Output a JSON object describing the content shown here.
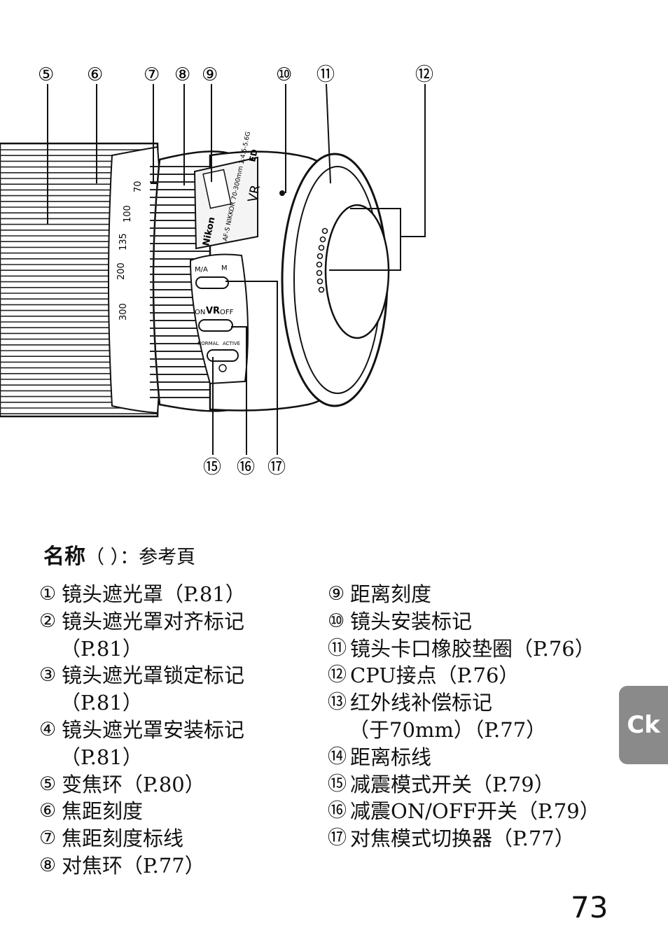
{
  "diagram": {
    "callouts_top": [
      "⑤",
      "⑥",
      "⑦",
      "⑧",
      "⑨",
      "⑩",
      "⑪",
      "⑫"
    ],
    "callouts_bottom": [
      "⑮",
      "⑯",
      "⑰"
    ],
    "lens_text": {
      "brand": "Nikon",
      "model": "AF-S NIKKOR 70-300mm 1:4.5-5.6G",
      "vr": "VR",
      "ed": "ED",
      "zoom_scale": [
        "70",
        "100",
        "135",
        "200",
        "300"
      ],
      "switch_focus_ma": "M/A",
      "switch_focus_m": "M",
      "switch_vr_on": "ON",
      "switch_vr_label": "VR",
      "switch_vr_off": "OFF",
      "switch_mode_normal": "NORMAL",
      "switch_mode_active": "ACTIVE"
    }
  },
  "heading": {
    "bold": "名称",
    "rest": "（ ）：参考頁"
  },
  "parts_left": [
    {
      "num": "①",
      "lines": [
        "镜头遮光罩（P.81）"
      ]
    },
    {
      "num": "②",
      "lines": [
        "镜头遮光罩对齐标记",
        "（P.81）"
      ]
    },
    {
      "num": "③",
      "lines": [
        "镜头遮光罩锁定标记",
        "（P.81）"
      ]
    },
    {
      "num": "④",
      "lines": [
        "镜头遮光罩安装标记",
        "（P.81）"
      ]
    },
    {
      "num": "⑤",
      "lines": [
        "变焦环（P.80）"
      ]
    },
    {
      "num": "⑥",
      "lines": [
        "焦距刻度"
      ]
    },
    {
      "num": "⑦",
      "lines": [
        "焦距刻度标线"
      ]
    },
    {
      "num": "⑧",
      "lines": [
        "对焦环（P.77）"
      ]
    }
  ],
  "parts_right": [
    {
      "num": "⑨",
      "lines": [
        "距离刻度"
      ]
    },
    {
      "num": "⑩",
      "lines": [
        "镜头安装标记"
      ]
    },
    {
      "num": "⑪",
      "lines": [
        "镜头卡口橡胶垫圈（P.76）"
      ]
    },
    {
      "num": "⑫",
      "lines": [
        "CPU接点（P.76）"
      ]
    },
    {
      "num": "⑬",
      "lines": [
        "红外线补偿标记",
        "（于70mm）（P.77）"
      ]
    },
    {
      "num": "⑭",
      "lines": [
        "距离标线"
      ]
    },
    {
      "num": "⑮",
      "lines": [
        "减震模式开关（P.79）"
      ]
    },
    {
      "num": "⑯",
      "lines": [
        "减震ON/OFF开关（P.79）"
      ]
    },
    {
      "num": "⑰",
      "lines": [
        "对焦模式切换器（P.77）"
      ]
    }
  ],
  "side_tab": "Ck",
  "page_number": "73"
}
